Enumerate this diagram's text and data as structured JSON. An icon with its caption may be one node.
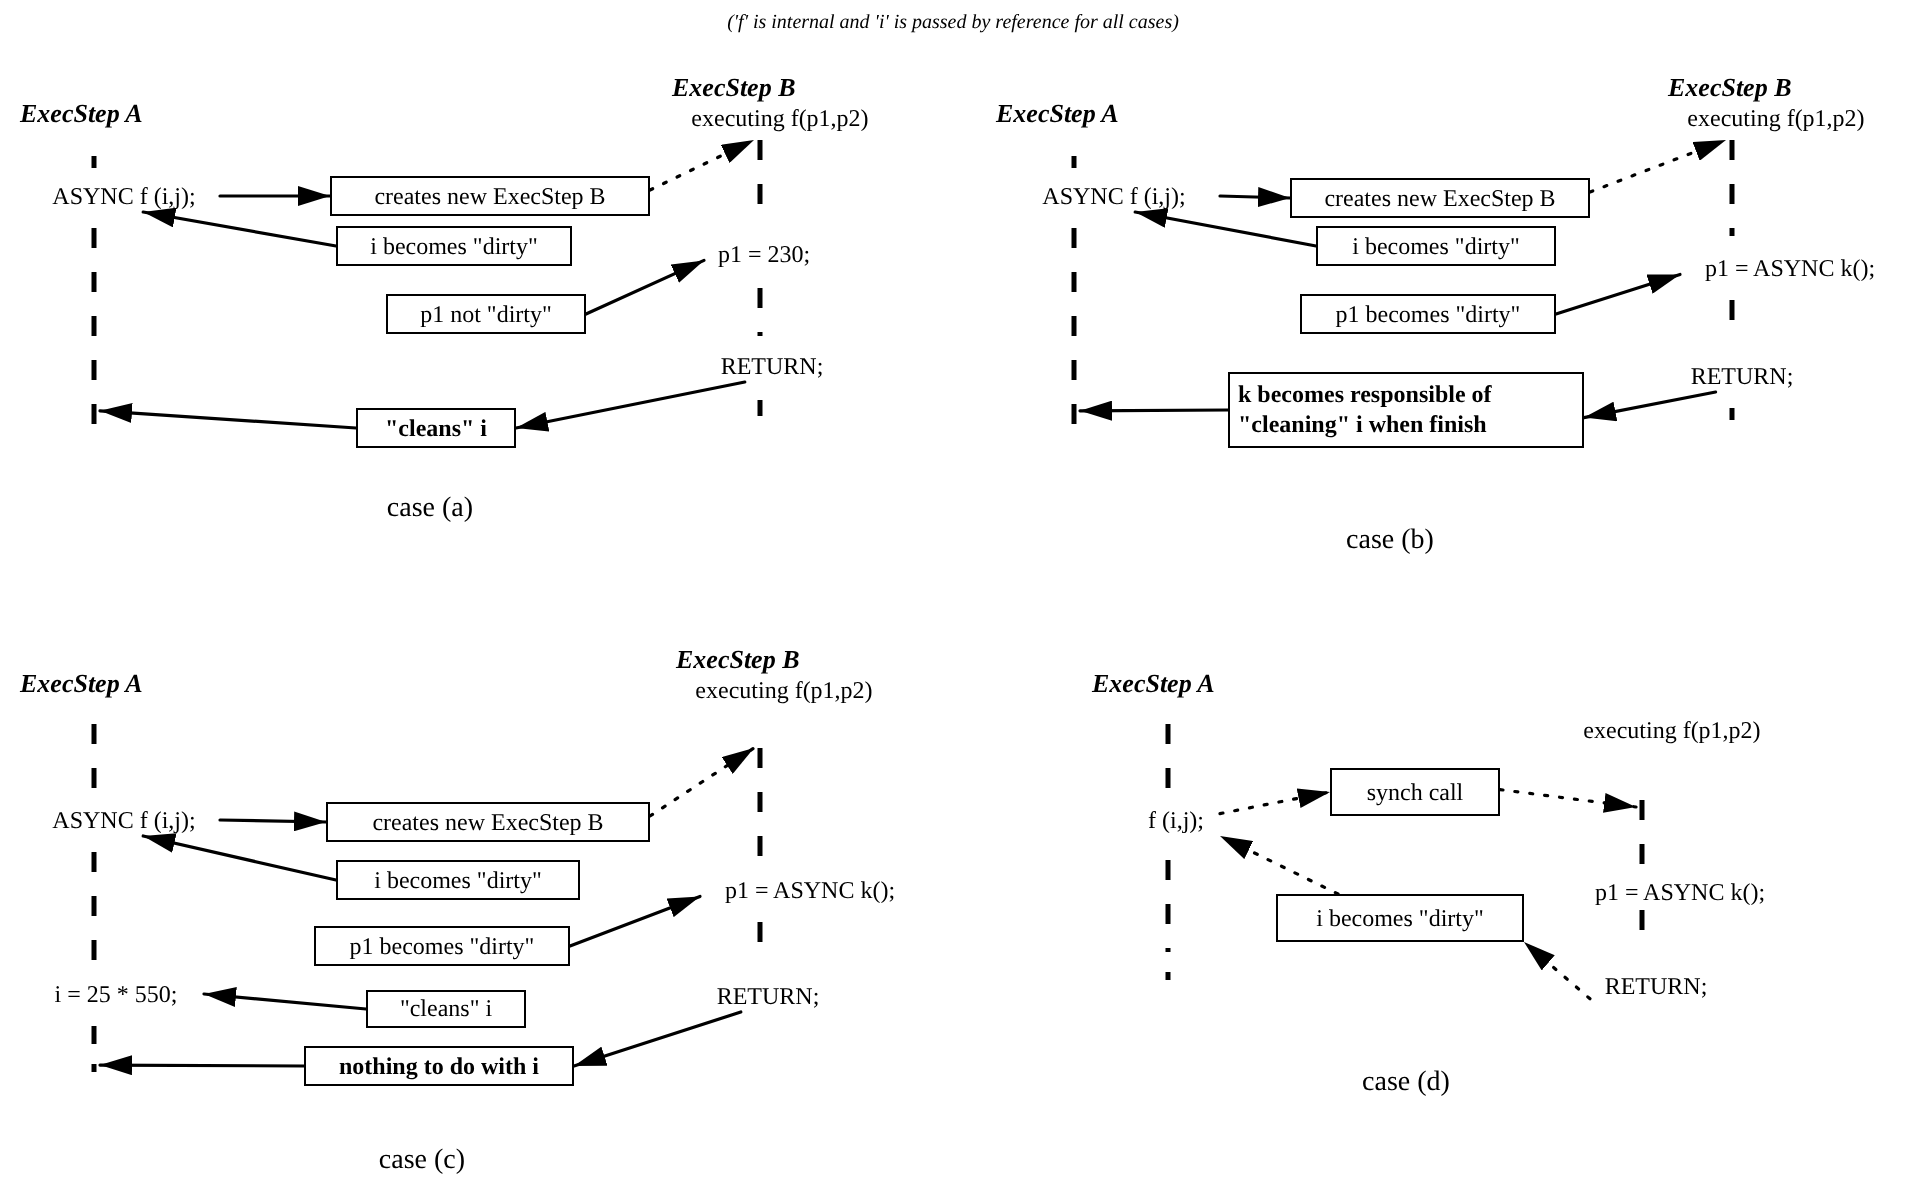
{
  "diagram": {
    "title": "('f' is internal and 'i' is passed by reference for all cases)",
    "nodes": [
      {
        "text": [
          "ASYNC f (i,j);"
        ]
      },
      {
        "text": [
          "creates new ExecStep B"
        ]
      },
      {
        "text": [
          "i becomes \"dirty\""
        ]
      },
      {
        "text": [
          "p1 not \"dirty\""
        ]
      },
      {
        "text": [
          "p1 = 230;"
        ]
      },
      {
        "text": [
          "RETURN;"
        ]
      },
      {
        "text": [
          "\"cleans\" i"
        ]
      },
      {
        "text": [
          "ASYNC f (i,j);"
        ]
      },
      {
        "text": [
          "creates new ExecStep B"
        ]
      },
      {
        "text": [
          "i becomes \"dirty\""
        ]
      },
      {
        "text": [
          "p1 becomes \"dirty\""
        ]
      },
      {
        "text": [
          "p1 = ASYNC k();"
        ]
      },
      {
        "text": [
          "RETURN;"
        ]
      },
      {
        "text": [
          "k becomes responsible of \"cleaning\" i when finish"
        ]
      },
      {
        "text": [
          "ASYNC f (i,j);"
        ]
      },
      {
        "text": [
          "creates new ExecStep B"
        ]
      },
      {
        "text": [
          "i becomes \"dirty\""
        ]
      },
      {
        "text": [
          "p1 becomes \"dirty\""
        ]
      },
      {
        "text": [
          "p1 = ASYNC k();"
        ]
      },
      {
        "text": [
          "i = 25 * 550;"
        ]
      },
      {
        "text": [
          "\"cleans\" i"
        ]
      },
      {
        "text": [
          "RETURN;"
        ]
      },
      {
        "text": [
          "nothing to do with i"
        ]
      },
      {
        "text": [
          "f (i,j);"
        ]
      },
      {
        "text": [
          "synch call"
        ]
      },
      {
        "text": [
          "i becomes \"dirty\""
        ]
      },
      {
        "text": [
          "RETURN;"
        ]
      },
      {
        "text": [],
        "shape": "bar",
        "beside": [
          "ExecStep A"
        ]
      },
      {
        "text": [],
        "shape": "bar",
        "beside": [
          "ExecStep B",
          "executing f(p1,p2)"
        ]
      },
      {
        "text": [],
        "shape": "bar",
        "beside": [
          "ExecStep A"
        ]
      },
      {
        "text": [],
        "shape": "bar",
        "beside": [
          "ExecStep B",
          "executing f(p1,p2)"
        ]
      },
      {
        "text": [],
        "shape": "bar",
        "beside": [
          "ExecStep A"
        ]
      },
      {
        "text": [],
        "shape": "bar",
        "beside": [
          "ExecStep B",
          "executing f(p1,p2)"
        ]
      },
      {
        "text": [],
        "shape": "bar",
        "beside": [
          "ExecStep A"
        ]
      },
      {
        "text": [],
        "shape": "bar",
        "beside": [
          "executing f(p1,p2)"
        ]
      }
    ],
    "edges": [
      {
        "from": 0,
        "to": 1,
        "arrow": "to"
      },
      {
        "from": 1,
        "to": 28,
        "arrow": "to",
        "style": "dashed"
      },
      {
        "from": 2,
        "to": 0,
        "arrow": "to"
      },
      {
        "from": 3,
        "to": 4,
        "arrow": "to"
      },
      {
        "from": 5,
        "to": 6,
        "arrow": "to"
      },
      {
        "from": 6,
        "to": 27,
        "arrow": "to"
      },
      {
        "from": 7,
        "to": 8,
        "arrow": "to"
      },
      {
        "from": 8,
        "to": 30,
        "arrow": "to",
        "style": "dashed"
      },
      {
        "from": 9,
        "to": 7,
        "arrow": "to"
      },
      {
        "from": 10,
        "to": 11,
        "arrow": "to"
      },
      {
        "from": 12,
        "to": 13,
        "arrow": "to"
      },
      {
        "from": 13,
        "to": 29,
        "arrow": "to"
      },
      {
        "from": 14,
        "to": 15,
        "arrow": "to"
      },
      {
        "from": 15,
        "to": 32,
        "arrow": "to",
        "style": "dashed"
      },
      {
        "from": 16,
        "to": 14,
        "arrow": "to"
      },
      {
        "from": 17,
        "to": 18,
        "arrow": "to"
      },
      {
        "from": 20,
        "to": 19,
        "arrow": "to"
      },
      {
        "from": 21,
        "to": 22,
        "arrow": "to"
      },
      {
        "from": 22,
        "to": 31,
        "arrow": "to"
      },
      {
        "from": 23,
        "to": 24,
        "arrow": "to",
        "style": "dashed"
      },
      {
        "from": 24,
        "to": 34,
        "arrow": "to",
        "style": "dashed"
      },
      {
        "from": 25,
        "to": 23,
        "arrow": "to",
        "style": "dashed"
      },
      {
        "from": 26,
        "to": 25,
        "arrow": "to",
        "style": "dashed"
      }
    ],
    "labels": [
      "case (a)",
      "case (b)",
      "case (c)",
      "p1 = ASYNC k();",
      "case (d)"
    ]
  }
}
